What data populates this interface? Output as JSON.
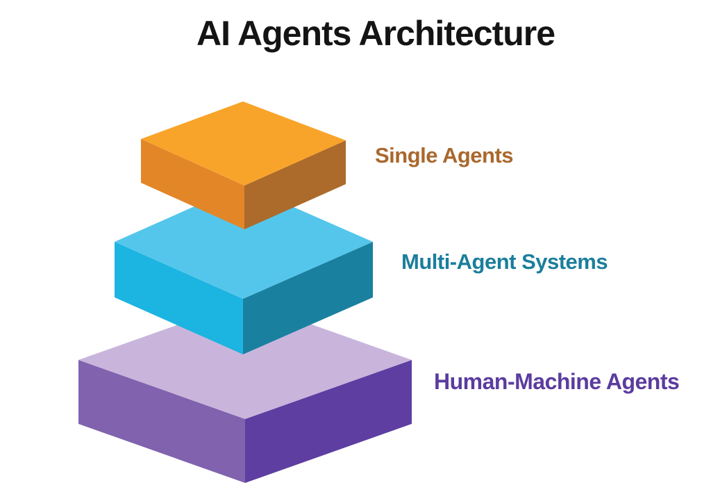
{
  "title": {
    "text": "AI Agents Architecture",
    "color": "#141414"
  },
  "layers": [
    {
      "id": "single-agents",
      "label": "Single Agents",
      "label_color": "#A9682D",
      "faces": {
        "top": "#F8A42B",
        "left": "#E28628",
        "right": "#AC6A2B"
      }
    },
    {
      "id": "multi-agent-systems",
      "label": "Multi-Agent Systems",
      "label_color": "#1B7E9C",
      "faces": {
        "top": "#55C6EB",
        "left": "#1CB4E0",
        "right": "#1A80A0"
      }
    },
    {
      "id": "human-machine-agents",
      "label": "Human-Machine Agents",
      "label_color": "#5B3C9E",
      "faces": {
        "top": "#C9B5DC",
        "left": "#8062AE",
        "right": "#5E3EA1"
      }
    }
  ]
}
